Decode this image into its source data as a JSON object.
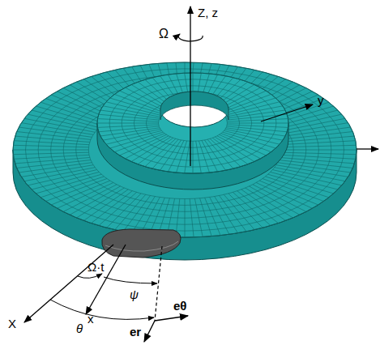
{
  "diagram": {
    "labels": [
      "Z, z",
      "Ω",
      "y",
      "X",
      "x",
      "Ω·t",
      "ψ",
      "θ",
      "eθ",
      "er"
    ]
  }
}
